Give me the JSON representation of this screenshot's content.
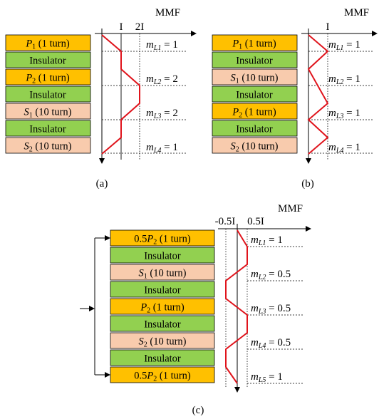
{
  "colors": {
    "primary": "#ffc000",
    "insulator": "#92d050",
    "secondary": "#f8cbad",
    "mmf_line": "#e0141c"
  },
  "panels": [
    {
      "id": "a",
      "caption": "(a)",
      "axis_title": "MMF",
      "ticks": [
        "I",
        "2I"
      ],
      "layers": [
        {
          "kind": "primary",
          "label_var": "P",
          "label_sub": "1",
          "label_rest": " (1 turn)"
        },
        {
          "kind": "insulator",
          "label_plain": "Insulator"
        },
        {
          "kind": "primary",
          "label_var": "P",
          "label_sub": "2",
          "label_rest": " (1 turn)"
        },
        {
          "kind": "insulator",
          "label_plain": "Insulator"
        },
        {
          "kind": "secondary",
          "label_var": "S",
          "label_sub": "1",
          "label_rest": " (10 turn)"
        },
        {
          "kind": "insulator",
          "label_plain": "Insulator"
        },
        {
          "kind": "secondary",
          "label_var": "S",
          "label_sub": "2",
          "label_rest": " (10 turn)"
        }
      ],
      "m_labels": [
        {
          "var": "m",
          "sub": "L1",
          "value": " = 1"
        },
        {
          "var": "m",
          "sub": "L2",
          "value": " = 2"
        },
        {
          "var": "m",
          "sub": "L3",
          "value": " = 2"
        },
        {
          "var": "m",
          "sub": "L4",
          "value": " = 1"
        }
      ]
    },
    {
      "id": "b",
      "caption": "(b)",
      "axis_title": "MMF",
      "ticks": [
        "I"
      ],
      "layers": [
        {
          "kind": "primary",
          "label_var": "P",
          "label_sub": "1",
          "label_rest": " (1 turn)"
        },
        {
          "kind": "insulator",
          "label_plain": "Insulator"
        },
        {
          "kind": "secondary",
          "label_var": "S",
          "label_sub": "1",
          "label_rest": " (10 turn)"
        },
        {
          "kind": "insulator",
          "label_plain": "Insulator"
        },
        {
          "kind": "primary",
          "label_var": "P",
          "label_sub": "2",
          "label_rest": " (1 turn)"
        },
        {
          "kind": "insulator",
          "label_plain": "Insulator"
        },
        {
          "kind": "secondary",
          "label_var": "S",
          "label_sub": "2",
          "label_rest": " (10 turn)"
        }
      ],
      "m_labels": [
        {
          "var": "m",
          "sub": "L1",
          "value": " = 1"
        },
        {
          "var": "m",
          "sub": "L2",
          "value": " = 1"
        },
        {
          "var": "m",
          "sub": "L3",
          "value": " = 1"
        },
        {
          "var": "m",
          "sub": "L4",
          "value": " = 1"
        }
      ]
    },
    {
      "id": "c",
      "caption": "(c)",
      "axis_title": "MMF",
      "ticks": [
        "-0.5I",
        "0.5I"
      ],
      "layers": [
        {
          "kind": "primary",
          "label_pre": "0.5",
          "label_var": "P",
          "label_sub": "2",
          "label_rest": " (1 turn)"
        },
        {
          "kind": "insulator",
          "label_plain": "Insulator"
        },
        {
          "kind": "secondary",
          "label_var": "S",
          "label_sub": "1",
          "label_rest": " (10 turn)"
        },
        {
          "kind": "insulator",
          "label_plain": "Insulator"
        },
        {
          "kind": "primary",
          "label_var": "P",
          "label_sub": "2",
          "label_rest": " (1 turn)"
        },
        {
          "kind": "insulator",
          "label_plain": "Insulator"
        },
        {
          "kind": "secondary",
          "label_var": "S",
          "label_sub": "2",
          "label_rest": " (10 turn)"
        },
        {
          "kind": "insulator",
          "label_plain": "Insulator"
        },
        {
          "kind": "primary",
          "label_pre": "0.5",
          "label_var": "P",
          "label_sub": "2",
          "label_rest": " (1 turn)"
        }
      ],
      "m_labels": [
        {
          "var": "m",
          "sub": "L1",
          "value": " = 1"
        },
        {
          "var": "m",
          "sub": "L2",
          "value": " = 0.5"
        },
        {
          "var": "m",
          "sub": "L3",
          "value": " = 0.5"
        },
        {
          "var": "m",
          "sub": "L4",
          "value": " = 0.5"
        },
        {
          "var": "m",
          "sub": "L5",
          "value": " = 1"
        }
      ]
    }
  ]
}
